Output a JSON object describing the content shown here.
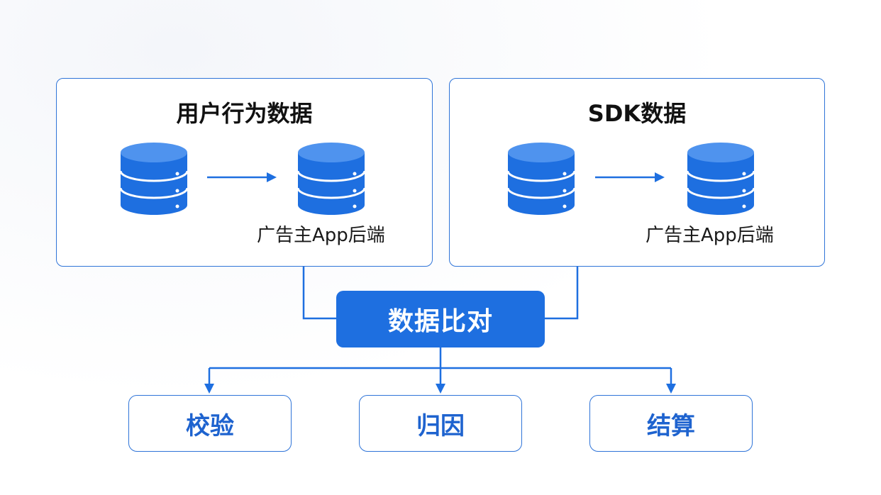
{
  "panels": {
    "user_behavior": {
      "title": "用户行为数据",
      "target_label": "广告主App后端"
    },
    "sdk": {
      "title": "SDK数据",
      "target_label": "广告主App后端"
    }
  },
  "center": {
    "label": "数据比对"
  },
  "outputs": [
    {
      "label": "校验"
    },
    {
      "label": "归因"
    },
    {
      "label": "结算"
    }
  ],
  "colors": {
    "primary": "#1e6fe0",
    "border": "#2f74d8",
    "text_accent": "#1e63cf"
  },
  "icons": {
    "database": "database-icon",
    "arrow": "arrow-right-icon"
  }
}
